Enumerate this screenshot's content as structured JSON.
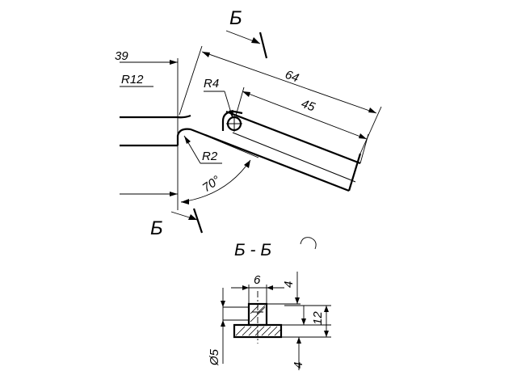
{
  "drawing": {
    "labels": {
      "dim_39_partial": "39",
      "dim_r12": "R12",
      "dim_r4": "R4",
      "dim_r2": "R2",
      "dim_64": "64",
      "dim_45": "45",
      "dim_angle": "70°",
      "section_mark_top": "Б",
      "section_mark_bottom": "Б",
      "section_title": "Б - Б",
      "dim_6": "6",
      "dim_4_top": "4",
      "dim_12": "12",
      "dim_4_bottom": "4",
      "dim_dia5": "Ø5"
    }
  },
  "colors": {
    "line": "#000000",
    "background": "#ffffff"
  }
}
